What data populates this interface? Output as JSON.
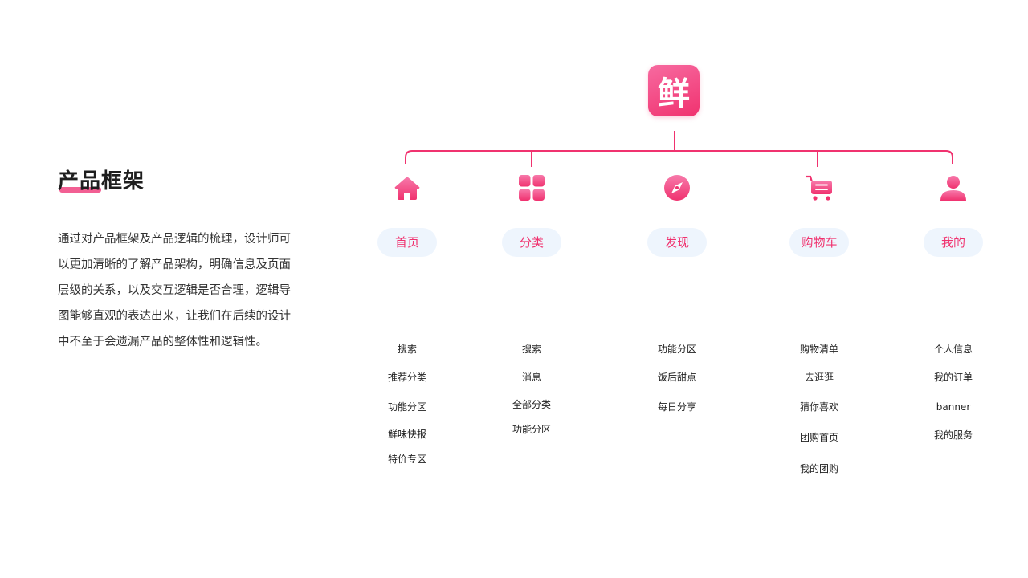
{
  "intro": {
    "title": "产品框架",
    "description": "通过对产品框架及产品逻辑的梳理，设计师可以更加清晰的了解产品架构，明确信息及页面层级的关系，以及交互逻辑是否合理，逻辑导图能够直观的表达出来，让我们在后续的设计中不至于会遗漏产品的整体性和逻辑性。"
  },
  "logo": {
    "text": "鲜",
    "icon": "app-logo-icon"
  },
  "colors": {
    "accent": "#f0326f",
    "accent_light": "#f76aa0",
    "pill_bg": "#eef5fd"
  },
  "columns": [
    {
      "label": "首页",
      "icon": "home-icon",
      "items": [
        "搜索",
        "推荐分类",
        "功能分区",
        "鲜味快报",
        "特价专区"
      ]
    },
    {
      "label": "分类",
      "icon": "grid-icon",
      "items": [
        "搜索",
        "消息",
        "全部分类",
        "功能分区"
      ]
    },
    {
      "label": "发现",
      "icon": "compass-icon",
      "items": [
        "功能分区",
        "饭后甜点",
        "每日分享"
      ]
    },
    {
      "label": "购物车",
      "icon": "cart-icon",
      "items": [
        "购物清单",
        "去逛逛",
        "猜你喜欢",
        "团购首页",
        "我的团购"
      ]
    },
    {
      "label": "我的",
      "icon": "user-icon",
      "items": [
        "个人信息",
        "我的订单",
        "banner",
        "我的服务"
      ]
    }
  ]
}
